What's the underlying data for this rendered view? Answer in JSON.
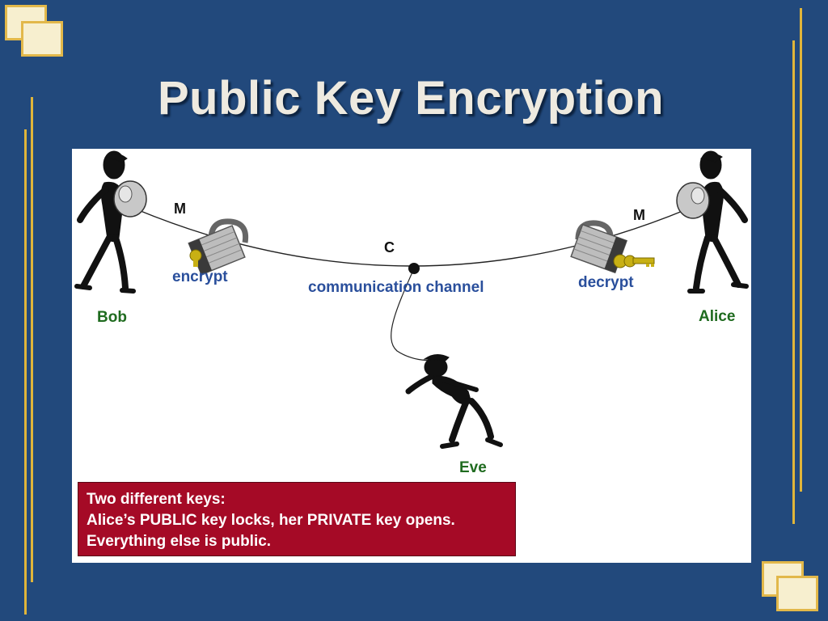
{
  "slide": {
    "title": "Public Key Encryption"
  },
  "diagram": {
    "plaintext_left": "M",
    "plaintext_right": "M",
    "ciphertext": "C",
    "encrypt_label": "encrypt",
    "decrypt_label": "decrypt",
    "channel_label": "communication channel",
    "sender": "Bob",
    "receiver": "Alice",
    "eavesdropper": "Eve"
  },
  "note": {
    "line1": "Two different keys:",
    "line2": "Alice’s PUBLIC key locks, her PRIVATE key opens.",
    "line3": "Everything else is public."
  },
  "colors": {
    "background": "#22497c",
    "accent": "#e0b53a",
    "label_blue": "#2a4f9c",
    "label_green": "#1f6b1f",
    "note_red": "#a50a26"
  }
}
